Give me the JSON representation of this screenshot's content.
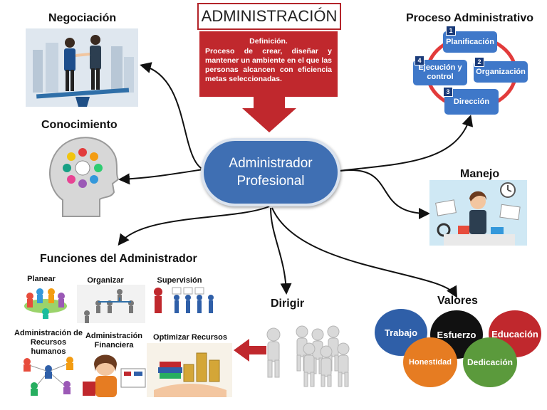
{
  "title": "ADMINISTRACIÓN",
  "definition": {
    "title": "Definición.",
    "text": "Proceso de crear, diseñar y mantener un ambiente en el que las personas alcancen con eficiencia metas seleccionadas."
  },
  "center": {
    "line1": "Administrador",
    "line2": "Profesional"
  },
  "branches": {
    "negociacion": "Negociación",
    "conocimiento": "Conocimiento",
    "proceso": "Proceso Administrativo",
    "manejo": "Manejo",
    "funciones": "Funciones del Administrador",
    "dirigir": "Dirigir",
    "valores": "Valores"
  },
  "proceso_steps": [
    {
      "num": "1",
      "label": "Planificación"
    },
    {
      "num": "2",
      "label": "Organización"
    },
    {
      "num": "3",
      "label": "Dirección"
    },
    {
      "num": "4",
      "label": "Ejecución y control"
    }
  ],
  "funciones": {
    "planear": "Planear",
    "organizar": "Organizar",
    "supervision": "Supervisión",
    "admin_rrhh_1": "Administración de",
    "admin_rrhh_2": "Recursos humanos",
    "admin_fin_1": "Administración",
    "admin_fin_2": "Financiera",
    "optimizar": "Optimizar Recursos"
  },
  "valores": [
    {
      "label": "Trabajo",
      "color": "#2f5fa8"
    },
    {
      "label": "Esfuerzo",
      "color": "#111111"
    },
    {
      "label": "Educación",
      "color": "#c0282d"
    },
    {
      "label": "Honestidad",
      "color": "#e67c22"
    },
    {
      "label": "Dedicación",
      "color": "#5b9a3c"
    }
  ],
  "colors": {
    "accent_red": "#c0282d",
    "node_blue": "#3f6fb3",
    "cycle_red": "#e23b3b"
  }
}
